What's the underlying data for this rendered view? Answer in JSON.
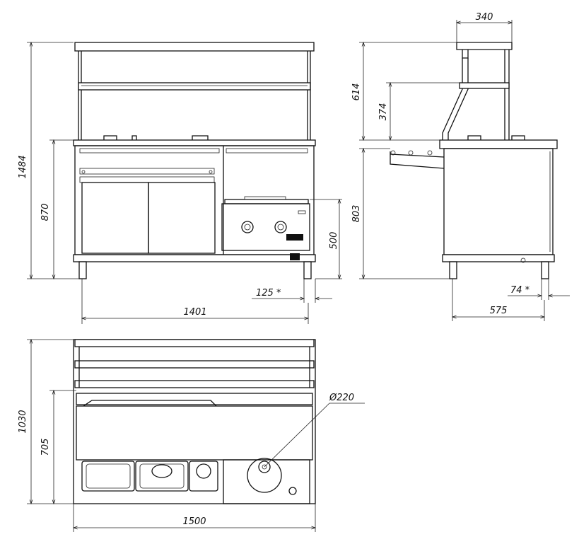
{
  "dimensions": {
    "front_total_height": "1484",
    "front_counter_height": "870",
    "front_width": "1401",
    "front_module_height": "500",
    "front_leg_offset": "125 *",
    "side_top_width": "340",
    "side_superstructure_height": "614",
    "side_shelf_height": "374",
    "side_counter_height": "803",
    "side_leg_offset": "74 *",
    "side_depth": "575",
    "plan_depth": "1030",
    "plan_inner_depth": "705",
    "plan_hole_diameter": "Ø220",
    "plan_width": "1500"
  }
}
